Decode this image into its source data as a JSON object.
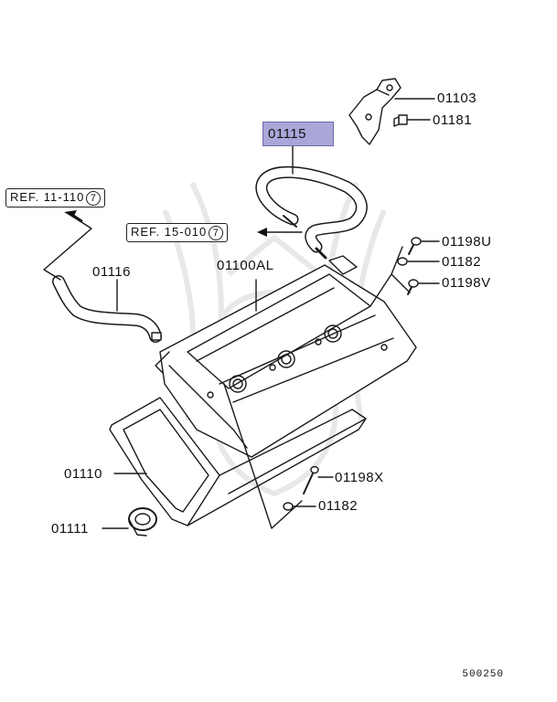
{
  "parts": {
    "p01103": "01103",
    "p01181": "01181",
    "p01115": "01115",
    "p01198U": "01198U",
    "p01182a": "01182",
    "p01198V": "01198V",
    "p01116": "01116",
    "p01100AL": "01100AL",
    "p01110": "01110",
    "p01198X": "01198X",
    "p01182b": "01182",
    "p01111": "01111"
  },
  "refs": {
    "ref1_text": "REF. 11-110",
    "ref1_num": "7",
    "ref2_text": "REF. 15-010",
    "ref2_num": "7"
  },
  "footer": "500250",
  "colors": {
    "highlight": "#a9a7d9",
    "line": "#1a1a1a",
    "watermark": "#e4e4e4"
  }
}
